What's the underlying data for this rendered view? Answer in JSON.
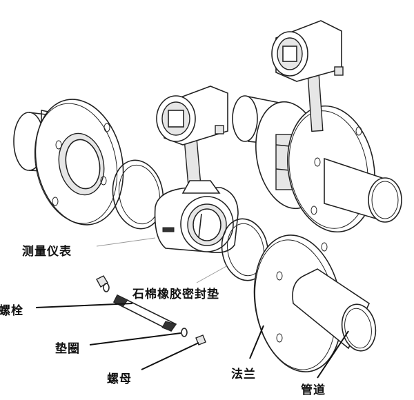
{
  "title": "涡街流量计安装分解图",
  "labels": {
    "meter": "测量仪表",
    "gasket": "石棉橡胶密封垫",
    "bolt": "螺栓",
    "washer": "垫圈",
    "nut": "螺母",
    "flange": "法兰",
    "pipe": "管道"
  }
}
